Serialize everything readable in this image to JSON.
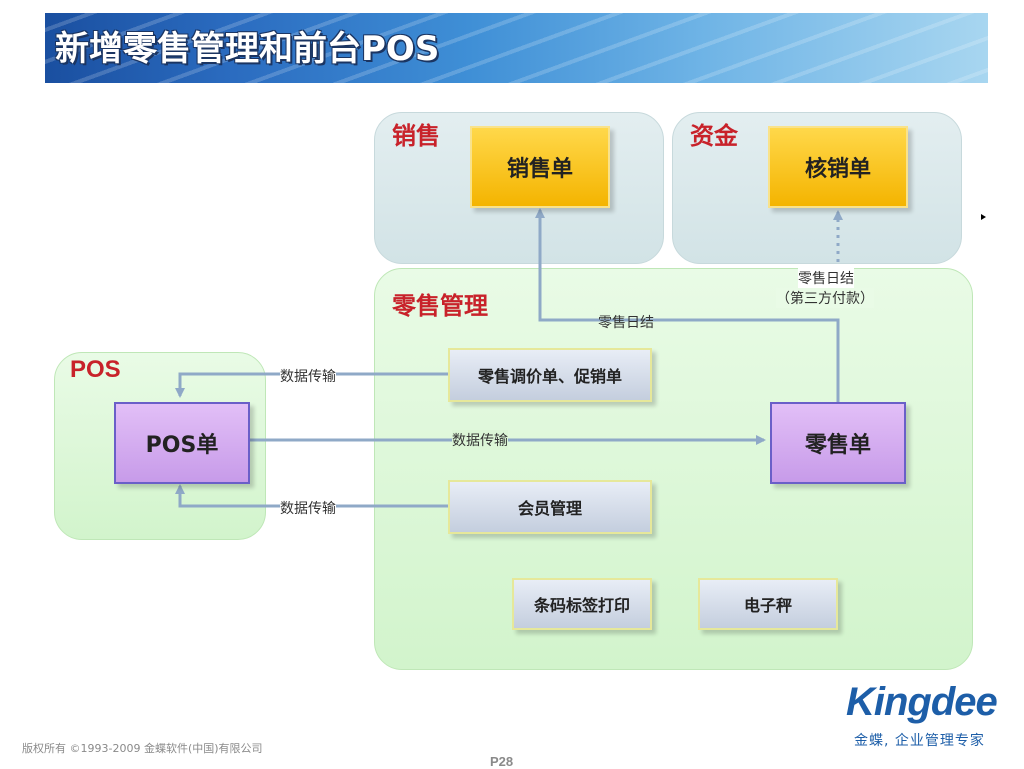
{
  "slide": {
    "title": "新增零售管理和前台POS",
    "copyright": "版权所有 ©1993-2009 金蝶软件(中国)有限公司",
    "page_number": "P28",
    "logo": "Kingdee",
    "slogan": "金蝶, 企业管理专家"
  },
  "diagram": {
    "panels": {
      "sales": "销售",
      "funds": "资金",
      "retail": "零售管理",
      "pos": "POS"
    },
    "nodes": {
      "sales_order": "销售单",
      "writeoff_order": "核销单",
      "pos_order": "POS单",
      "retail_order": "零售单",
      "price_adjust": "零售调价单、促销单",
      "member_mgmt": "会员管理",
      "barcode_print": "条码标签打印",
      "e_scale": "电子秤"
    },
    "edge_labels": {
      "daily_close": "零售日结",
      "daily_close_third_party_line1": "零售日结",
      "daily_close_third_party_line2": "（第三方付款）",
      "data_transfer_price": "数据传输",
      "data_transfer_retail": "数据传输",
      "data_transfer_member": "数据传输"
    }
  }
}
